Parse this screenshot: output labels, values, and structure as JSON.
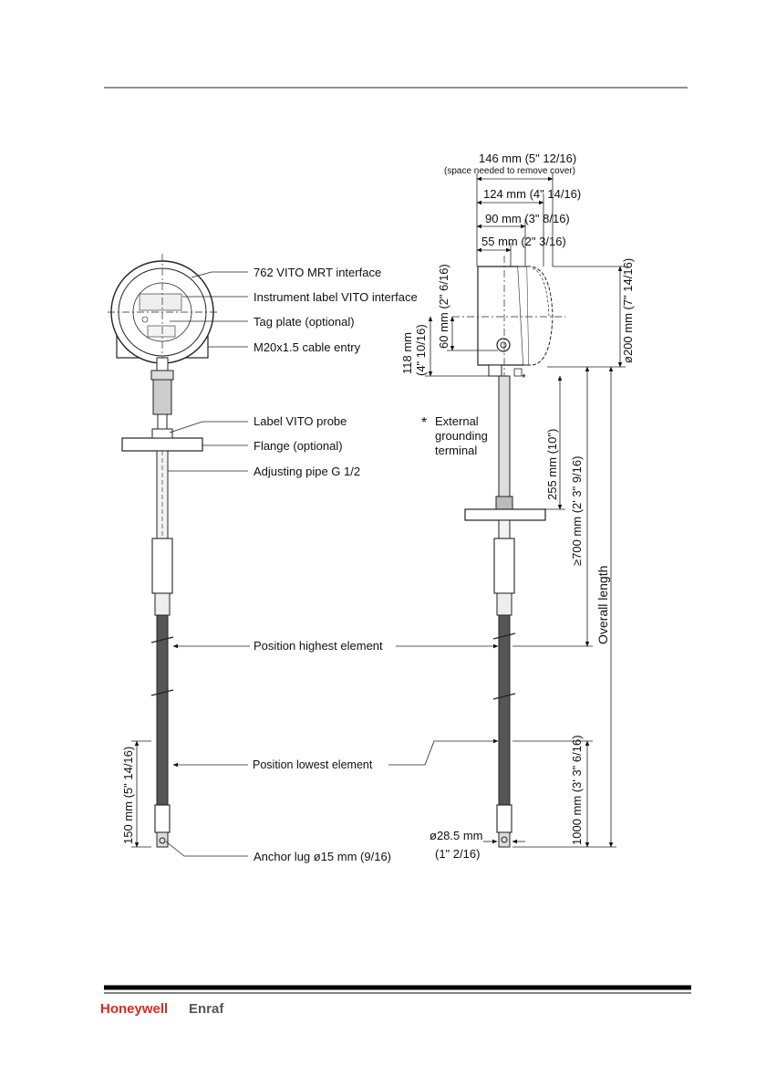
{
  "front_view": {
    "callouts": {
      "mrt_interface": "762 VITO MRT interface",
      "instrument_label": "Instrument label VITO interface",
      "tag_plate": "Tag plate (optional)",
      "cable_entry": "M20x1.5 cable entry",
      "label_probe": "Label VITO probe",
      "flange": "Flange (optional)",
      "adjusting_pipe": "Adjusting pipe G 1/2",
      "anchor_lug": "Anchor lug ø15 mm (9/16)"
    },
    "dim_bottom": "150 mm (5\" 14/16)"
  },
  "element_labels": {
    "highest": "Position highest element",
    "lowest": "Position lowest element"
  },
  "side_view": {
    "dims": {
      "w146": "146 mm (5\" 12/16)",
      "w146_note": "(space needed to remove cover)",
      "w124": "124 mm (4\" 14/16)",
      "w90": "90 mm (3\" 8/16)",
      "w55": "55 mm (2\" 3/16)",
      "h60": "60 mm (2\" 6/16)",
      "h118_a": "118 mm",
      "h118_b": "(4\" 10/16)",
      "h200": "ø200 mm (7\" 14/16)",
      "h255": "255 mm (10\")",
      "h700": "≥700 mm (2' 3\" 9/16)",
      "overall": "Overall length",
      "h1000": "1000 mm (3' 3\" 6/16)",
      "d28_a": "ø28.5 mm",
      "d28_b": "(1\" 2/16)"
    },
    "ground_star": "*",
    "ground_a": "External",
    "ground_b": "grounding",
    "ground_c": "terminal"
  },
  "footer": {
    "brand_a": "Honeywell",
    "brand_b": "Enraf"
  }
}
